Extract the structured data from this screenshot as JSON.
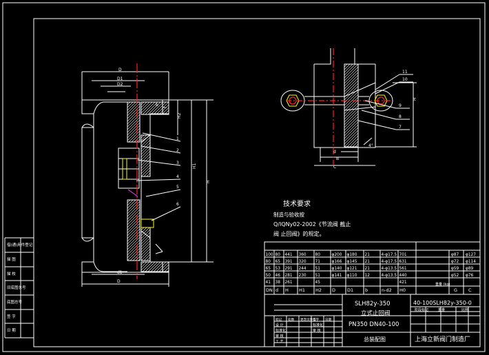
{
  "left_strip": [
    "借(通)用件登记",
    "描 图",
    "描 校",
    "旧底图总号",
    "底图总号",
    "签 字",
    "日 期"
  ],
  "tech": {
    "title": "技术要求",
    "lines": [
      "制造与验收按",
      "Q/IQNy02-2002《节流阀 截止",
      "阀 止回阀》的规定。"
    ]
  },
  "main_dims": {
    "D": "D",
    "D1": "D1",
    "D2": "D2",
    "f": "f",
    "b": "b",
    "H2": "H2",
    "H1": "H1",
    "H": "H",
    "d1": "d1",
    "H_small": "H"
  },
  "detail_dims": {
    "d": "d",
    "B": "B",
    "C": "C",
    "H": "H",
    "angle": "4°"
  },
  "balloons_main": [
    "1",
    "2",
    "3",
    "4",
    "5",
    "6"
  ],
  "balloons_detail": [
    "11",
    "10",
    "9",
    "8",
    "7"
  ],
  "table": {
    "rows": [
      [
        "100",
        "80",
        "441",
        "360",
        "80",
        "φ200",
        "φ180",
        "21",
        "4-φ17.5",
        "701"
      ],
      [
        "80",
        "65",
        "391",
        "320",
        "71",
        "φ166",
        "φ145",
        "21",
        "4-φ17.5",
        "631"
      ],
      [
        "65",
        "53",
        "291",
        "244",
        "51",
        "φ140",
        "φ121",
        "21",
        "4-φ13.5",
        "561"
      ],
      [
        "50",
        "46",
        "281",
        "230",
        "51",
        "φ141",
        "φ110",
        "12",
        "4-φ13.5",
        "440"
      ],
      [
        "41",
        "38",
        "261",
        "",
        "45",
        "",
        "",
        "",
        "",
        "421"
      ]
    ],
    "header": [
      "DN",
      "d",
      "H",
      "H1",
      "H2",
      "D",
      "D1",
      "b",
      "n-d2",
      "H0"
    ],
    "weight_rows": [
      [
        "φ87",
        "φ127"
      ],
      [
        "φ72",
        "φ114"
      ],
      [
        "φ59",
        "φ89"
      ],
      [
        "φ52",
        "φ76"
      ]
    ],
    "weight_header": [
      "重量 (kg)",
      "G",
      "C"
    ]
  },
  "title_block": {
    "name": "SLH82y-350",
    "desc": "立式止回阀",
    "spec": "PN350 DN40-100",
    "drawing_no": "40-100SLH82y-350-0",
    "drawing_type": "总装配图",
    "company": "上海立新阀门制造厂",
    "row_labels": [
      "设 计",
      "标准化",
      "审 核",
      "工 艺"
    ],
    "row_labels2": [
      "标准化",
      "审 核"
    ],
    "header_cells": [
      "标记",
      "处数",
      "更改文件号",
      "签字",
      "日期"
    ],
    "stage_cells": [
      "阶段标记",
      "重量",
      "比例"
    ]
  },
  "colors": {
    "line": "#ffffff",
    "red": "#ff2020",
    "yellow": "#ffff00",
    "magenta": "#ff40ff"
  }
}
